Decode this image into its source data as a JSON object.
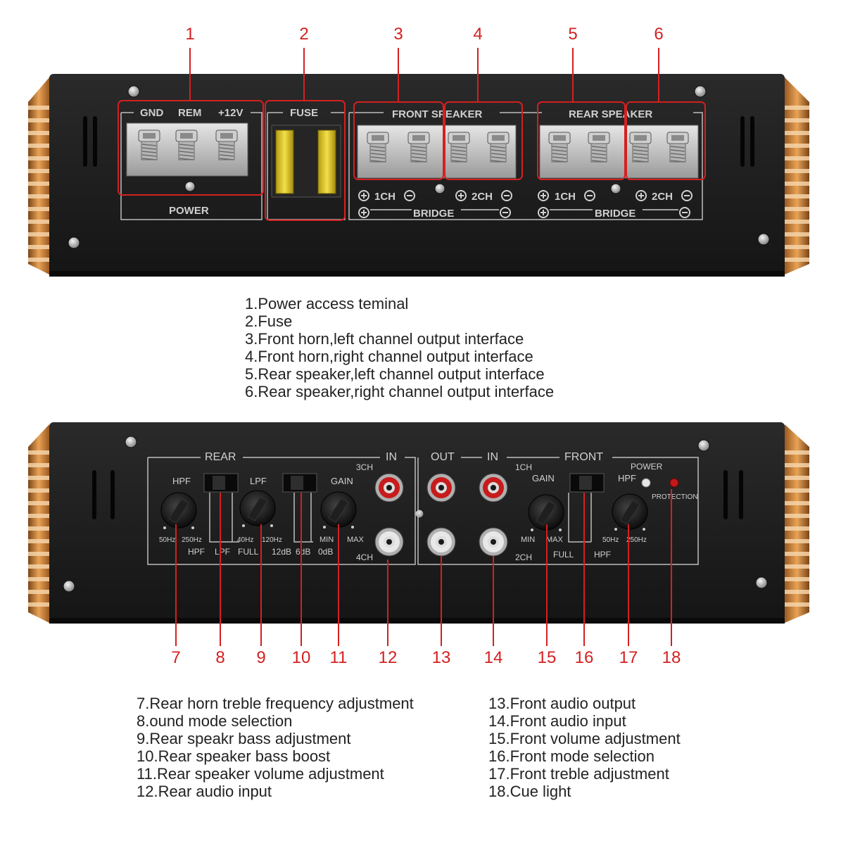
{
  "top_panel": {
    "power": {
      "gnd": "GND",
      "rem": "REM",
      "v12": "+12V",
      "label": "POWER"
    },
    "fuse": {
      "label": "FUSE"
    },
    "front_speaker": {
      "label": "FRONT SPEAKER",
      "ch1": "1CH",
      "ch2": "2CH",
      "bridge": "BRIDGE"
    },
    "rear_speaker": {
      "label": "REAR SPEAKER",
      "ch1": "1CH",
      "ch2": "2CH",
      "bridge": "BRIDGE"
    }
  },
  "callouts_top": [
    "1",
    "2",
    "3",
    "4",
    "5",
    "6"
  ],
  "legend_top": [
    "1.Power access teminal",
    "2.Fuse",
    "3.Front horn,left channel output interface",
    "4.Front horn,right channel output interface",
    "5.Rear speaker,left channel output interface",
    "6.Rear speaker,right channel output interface"
  ],
  "bottom_panel": {
    "rear": "REAR",
    "in_rear": "IN",
    "out": "OUT",
    "in_front": "IN",
    "front": "FRONT",
    "ch3": "3CH",
    "ch4": "4CH",
    "ch1": "1CH",
    "ch2": "2CH",
    "power": "POWER",
    "protection": "PROTECTION",
    "hpf_rear": {
      "top": "HPF",
      "lo": "50Hz",
      "hi": "250Hz",
      "bottom": "HPF"
    },
    "lpf_switch": "LPF",
    "lpf_knob": {
      "top": "LPF",
      "lo": "40Hz",
      "hi": "120Hz",
      "bottom": "FULL"
    },
    "boost": {
      "db12": "12dB",
      "db6": "6dB",
      "db0": "0dB"
    },
    "gain_rear": {
      "top": "GAIN",
      "min": "MIN",
      "max": "MAX"
    },
    "gain_front": {
      "top": "GAIN",
      "min": "MIN",
      "max": "MAX"
    },
    "full_front": "FULL",
    "hpf_front": {
      "top": "HPF",
      "lo": "50Hz",
      "hi": "250Hz",
      "bottom": "HPF"
    }
  },
  "callouts_bottom": [
    "7",
    "8",
    "9",
    "10",
    "11",
    "12",
    "13",
    "14",
    "15",
    "16",
    "17",
    "18"
  ],
  "legend_bottom_left": [
    "7.Rear horn treble frequency adjustment",
    "8.ound mode selection",
    "9.Rear speakr bass adjustment",
    "10.Rear speaker bass boost",
    "11.Rear speaker volume adjustment",
    "12.Rear audio input"
  ],
  "legend_bottom_right": [
    "13.Front audio output",
    "14.Front audio input",
    "15.Front volume adjustment",
    "16.Front mode selection",
    "17.Front treble adjustment",
    "18.Cue light"
  ],
  "colors": {
    "callout": "#d42020",
    "panel": "#1c1c1c",
    "fin": "#d98a3a",
    "label": "#d0d0d0"
  }
}
